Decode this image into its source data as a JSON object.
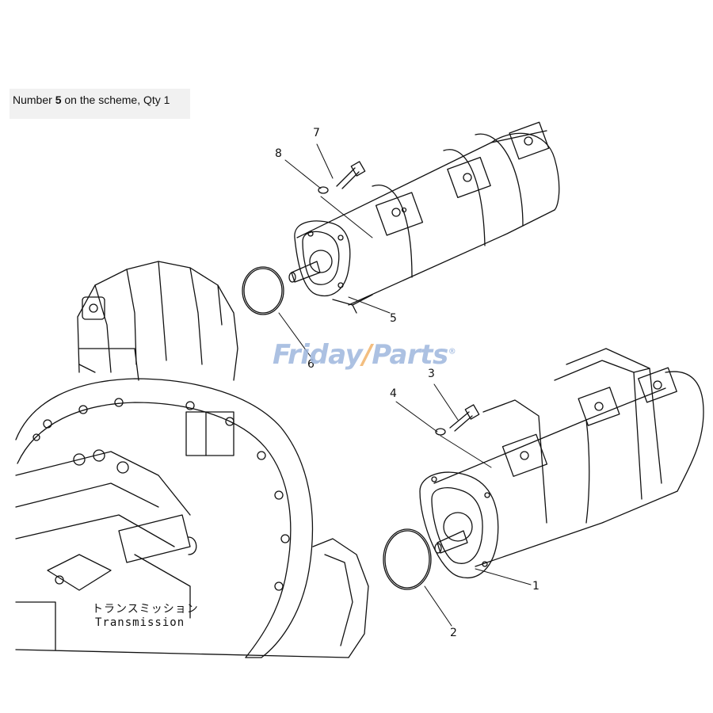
{
  "caption": {
    "prefix": "Number ",
    "number": "5",
    "suffix": " on the scheme, Qty 1"
  },
  "watermark": {
    "text_a": "Friday",
    "text_b": "Parts",
    "mark": "®"
  },
  "labels": {
    "transmission_jp": "トランスミッション",
    "transmission_en": "Transmission"
  },
  "callouts": {
    "c1": "1",
    "c2": "2",
    "c3": "3",
    "c4": "4",
    "c5": "5",
    "c6": "6",
    "c7": "7",
    "c8": "8"
  }
}
